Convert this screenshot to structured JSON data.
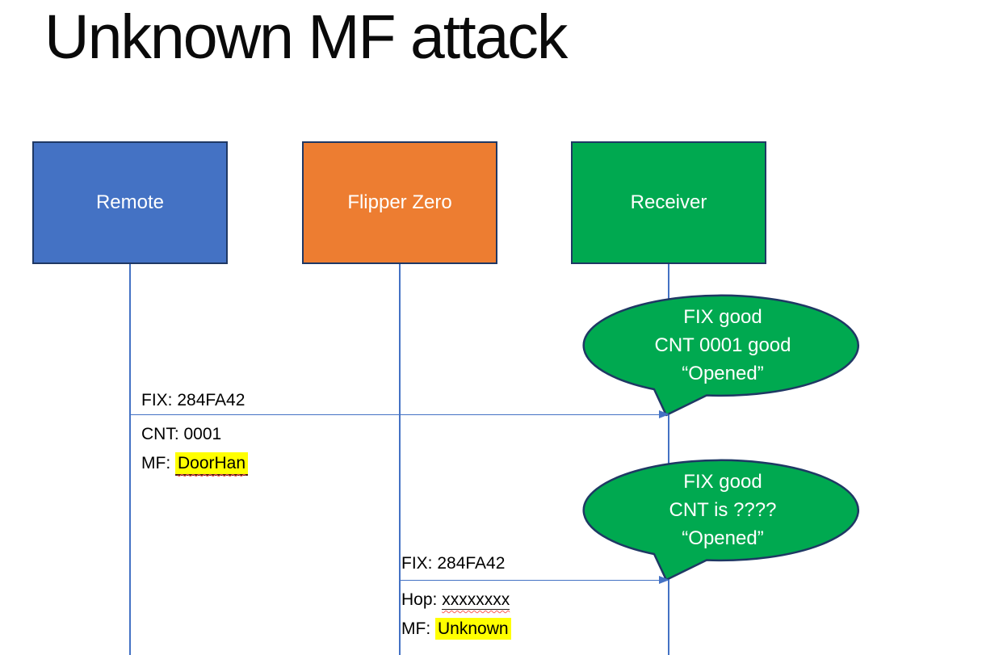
{
  "title": "Unknown MF attack",
  "colors": {
    "remote_fill": "#4472C4",
    "flipper_fill": "#ED7D31",
    "receiver_fill": "#00A950",
    "bubble_fill": "#00A950",
    "shape_border": "#1F3864",
    "line_blue": "#4472C4",
    "highlight_yellow": "#FFFF00",
    "squiggle_red": "#FF5A50",
    "text_on_fill": "#FFFFFF",
    "label_text": "#000000"
  },
  "actors": [
    {
      "id": "remote",
      "label": "Remote"
    },
    {
      "id": "flipper-zero",
      "label": "Flipper Zero"
    },
    {
      "id": "receiver",
      "label": "Receiver"
    }
  ],
  "messages": [
    {
      "from": "Remote",
      "to": "Receiver",
      "above": "FIX: 284FA42",
      "row1_prefix": "CNT: ",
      "row1_value": "0001",
      "row2_prefix": "MF: ",
      "row2_value": "DoorHan"
    },
    {
      "from": "Flipper Zero",
      "to": "Receiver",
      "above": "FIX: 284FA42",
      "row1_prefix": "Hop: ",
      "row1_value": "xxxxxxxx",
      "row2_prefix": "MF: ",
      "row2_value": "Unknown"
    }
  ],
  "callouts": [
    {
      "lines": [
        "FIX good",
        "CNT 0001 good",
        "“Opened”"
      ]
    },
    {
      "lines": [
        "FIX good",
        "CNT is ????",
        "“Opened”"
      ]
    }
  ]
}
